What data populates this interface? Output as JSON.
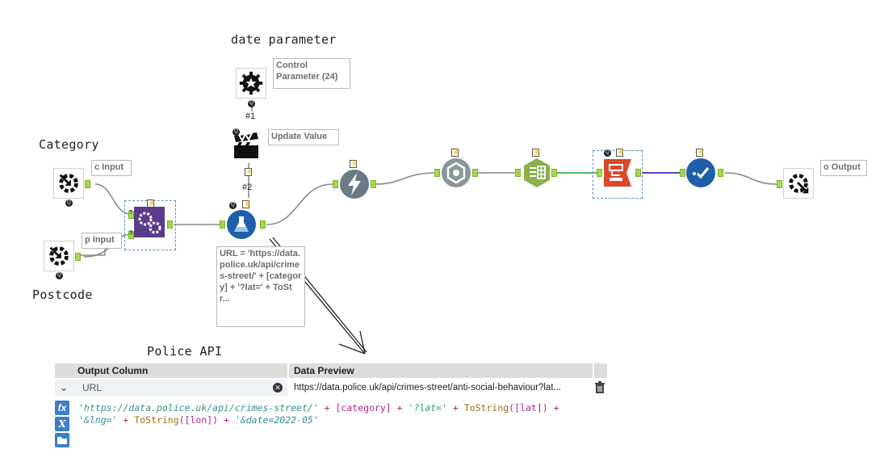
{
  "handwritten": {
    "date_parameter": "date parameter",
    "category": "Category",
    "postcode": "Postcode",
    "police_api": "Police API"
  },
  "annotations": {
    "control_parameter": "Control Parameter (24)",
    "update_value": "Update Value",
    "c_input": "c Input",
    "p_input": "p Input",
    "o_output": "o Output",
    "formula_preview": "URL = 'https://data.police.uk/api/crimes-street/' + [category] + '?lat=' + ToStr..."
  },
  "connection_labels": {
    "c1": "#1",
    "c2": "#2",
    "port_t": "T",
    "port_s": "S"
  },
  "tools": [
    {
      "name": "control-parameter-tool",
      "icon": "gear-star-icon",
      "color": "#111111"
    },
    {
      "name": "action-tool",
      "icon": "clapperboard-icon",
      "color": "#111111"
    },
    {
      "name": "category-input-tool",
      "icon": "macro-input-icon",
      "color": "#111111"
    },
    {
      "name": "postcode-input-tool",
      "icon": "macro-input-icon",
      "color": "#111111"
    },
    {
      "name": "append-fields-tool",
      "icon": "gears-icon",
      "color": "#5b3c8c"
    },
    {
      "name": "formula-tool",
      "icon": "flask-icon",
      "color": "#1f5fa8"
    },
    {
      "name": "download-tool",
      "icon": "lightning-icon",
      "color": "#6b7b86"
    },
    {
      "name": "json-parse-tool",
      "icon": "hex-icon",
      "color": "#8a9499"
    },
    {
      "name": "text-to-columns-tool",
      "icon": "table-icon",
      "color": "#8ab04a"
    },
    {
      "name": "cross-tab-tool",
      "icon": "crosstab-icon",
      "color": "#d9482b"
    },
    {
      "name": "select-tool",
      "icon": "check-icon",
      "color": "#1f5fa8"
    },
    {
      "name": "macro-output-tool",
      "icon": "macro-output-icon",
      "color": "#111111"
    }
  ],
  "grid": {
    "col_output": "Output Column",
    "col_preview": "Data Preview",
    "row_field": "URL",
    "row_preview": "https://data.police.uk/api/crimes-street/anti-social-behaviour?lat...",
    "expression": {
      "t1": "'https://data.police.uk/api/crimes-street/'",
      "t2": " + ",
      "t3": "[category]",
      "t4": " + ",
      "t5": "'?lat='",
      "t6": " + ",
      "t7": "ToString",
      "t8": "([lat])",
      "t9": " + ",
      "t10": "'&lng='",
      "t11": " + ",
      "t12": "ToString",
      "t13": "([lon])",
      "t14": " + ",
      "t15": "'&date=2022-05'"
    },
    "side_buttons": {
      "fx": "fx",
      "x": "X",
      "folder": "folder-icon"
    }
  },
  "colors": {
    "connector": "#8a8a8a",
    "anchor": "#a6d84c",
    "selection": "#4a8fd4",
    "string": "#3a8f8a",
    "field": "#b0268f",
    "function": "#a06b1a"
  }
}
